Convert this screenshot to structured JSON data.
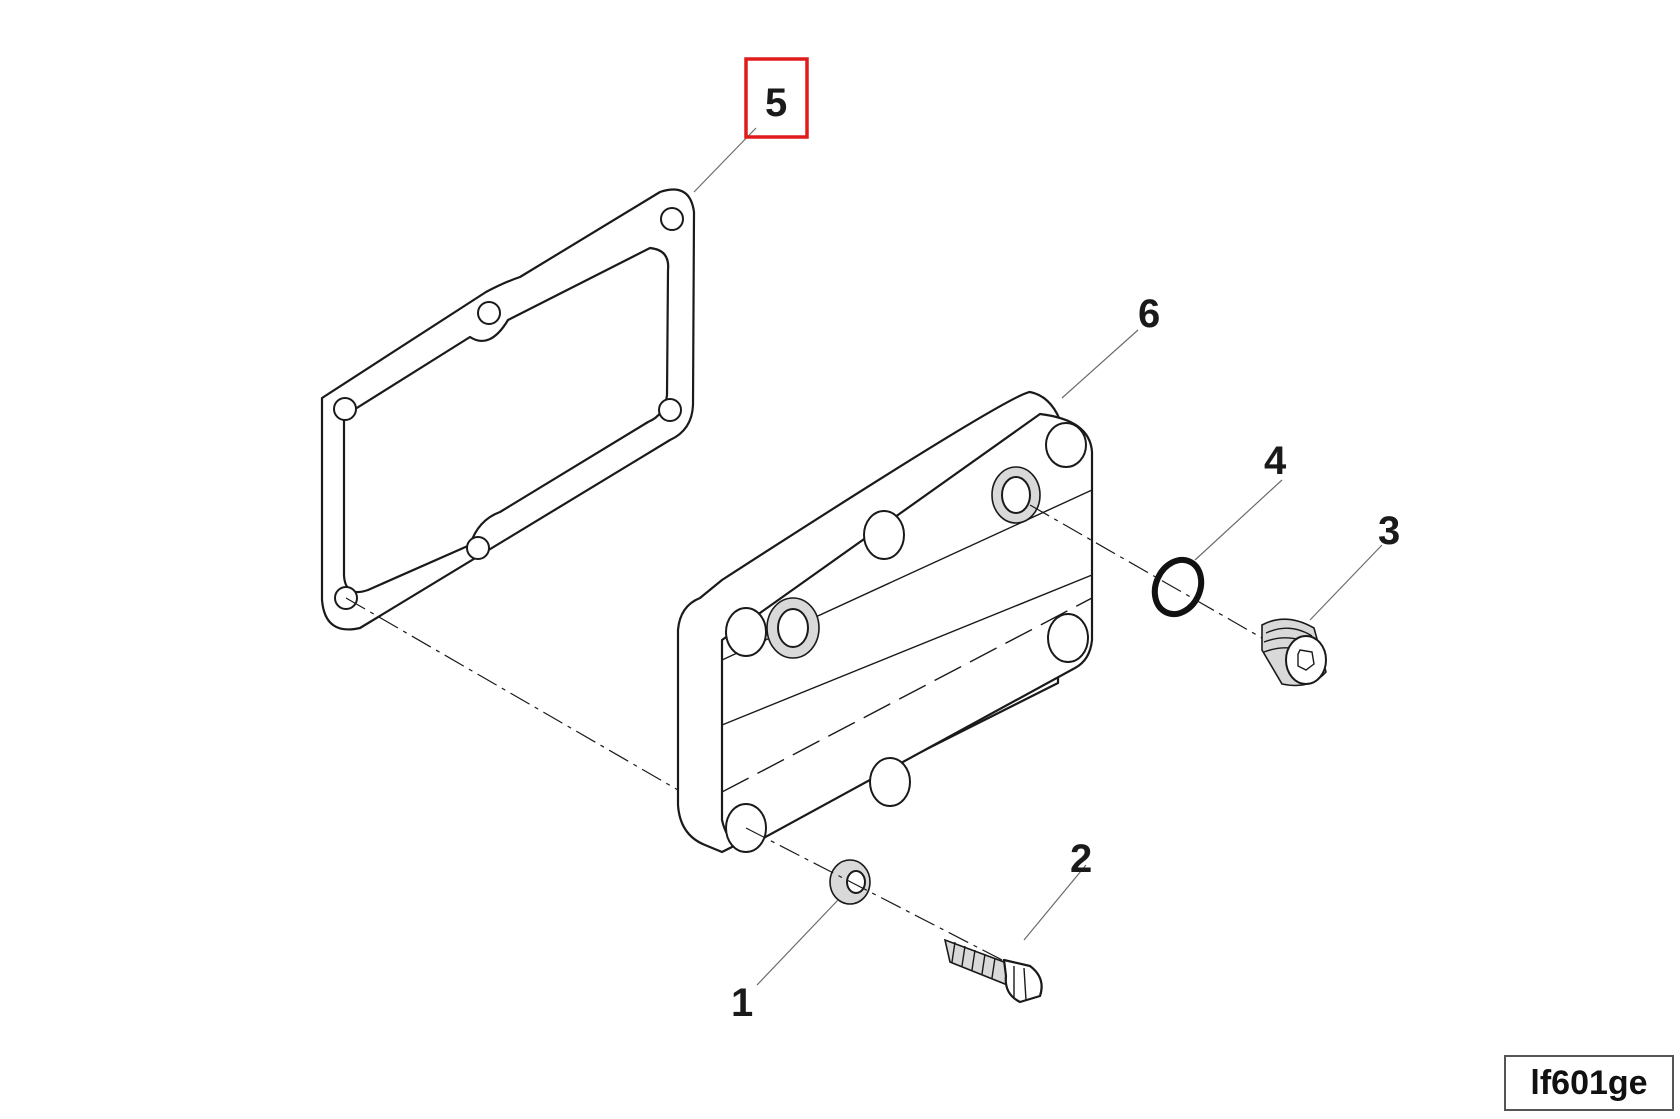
{
  "diagram": {
    "callouts": [
      {
        "id": "1",
        "label": "1"
      },
      {
        "id": "2",
        "label": "2"
      },
      {
        "id": "3",
        "label": "3"
      },
      {
        "id": "4",
        "label": "4"
      },
      {
        "id": "5",
        "label": "5",
        "highlighted": true
      },
      {
        "id": "6",
        "label": "6"
      }
    ],
    "highlight_color": "#e01b1b",
    "reference_code": "lf601ge"
  }
}
